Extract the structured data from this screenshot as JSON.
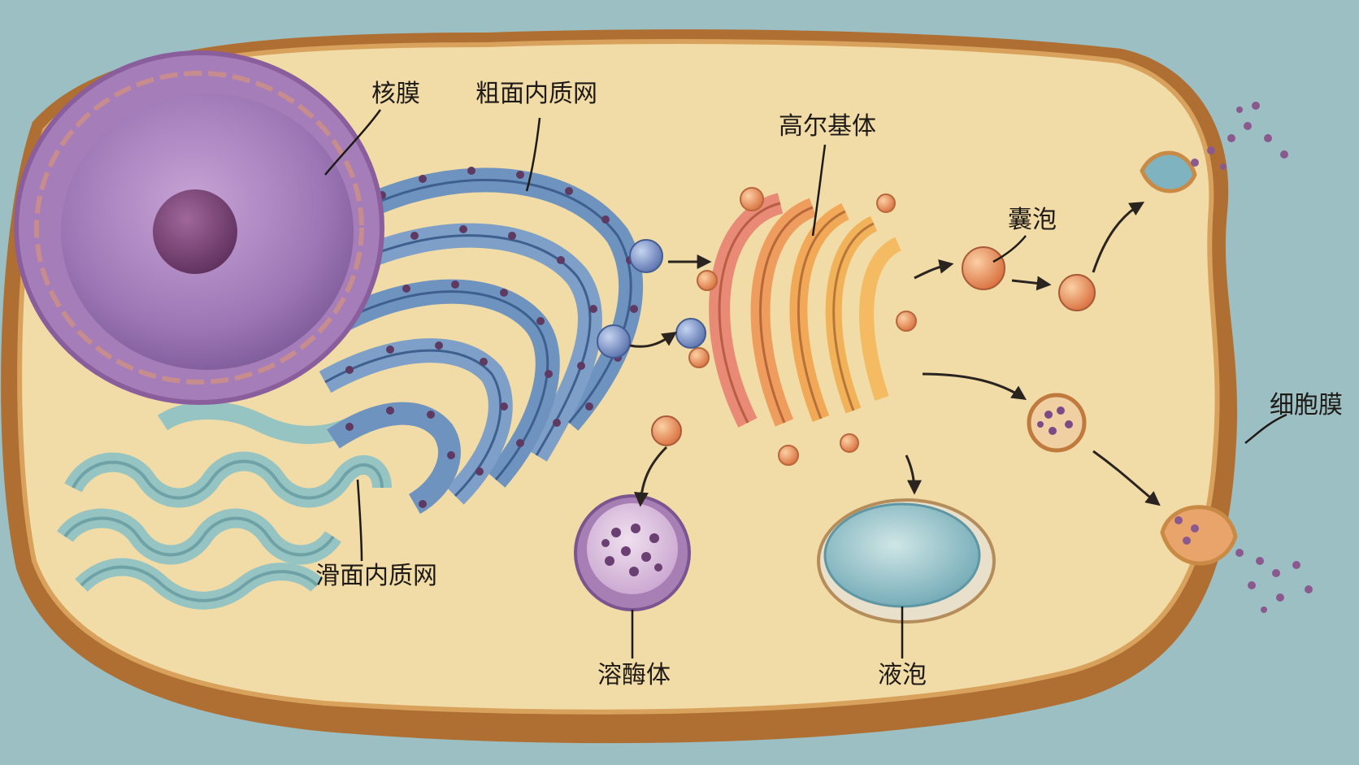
{
  "diagram": {
    "labels": {
      "nuclear_envelope": "核膜",
      "rough_er": "粗面内质网",
      "golgi": "高尔基体",
      "vesicle": "囊泡",
      "cell_membrane": "细胞膜",
      "smooth_er": "滑面内质网",
      "lysosome": "溶酶体",
      "vacuole": "液泡"
    },
    "colors": {
      "background": "#9cbfc4",
      "cytoplasm": "#f1dba6",
      "membrane": "#c98a45",
      "nucleus": "#9c76b4",
      "nucleolus": "#6f3f6c",
      "rough_er": "#6f93bf",
      "smooth_er": "#96c4c3",
      "golgi": "#ee9d5f",
      "vesicle": "#e88c5f",
      "lysosome": "#b08ac1",
      "vacuole": "#8fc1c8",
      "arrow": "#2a2420"
    }
  }
}
